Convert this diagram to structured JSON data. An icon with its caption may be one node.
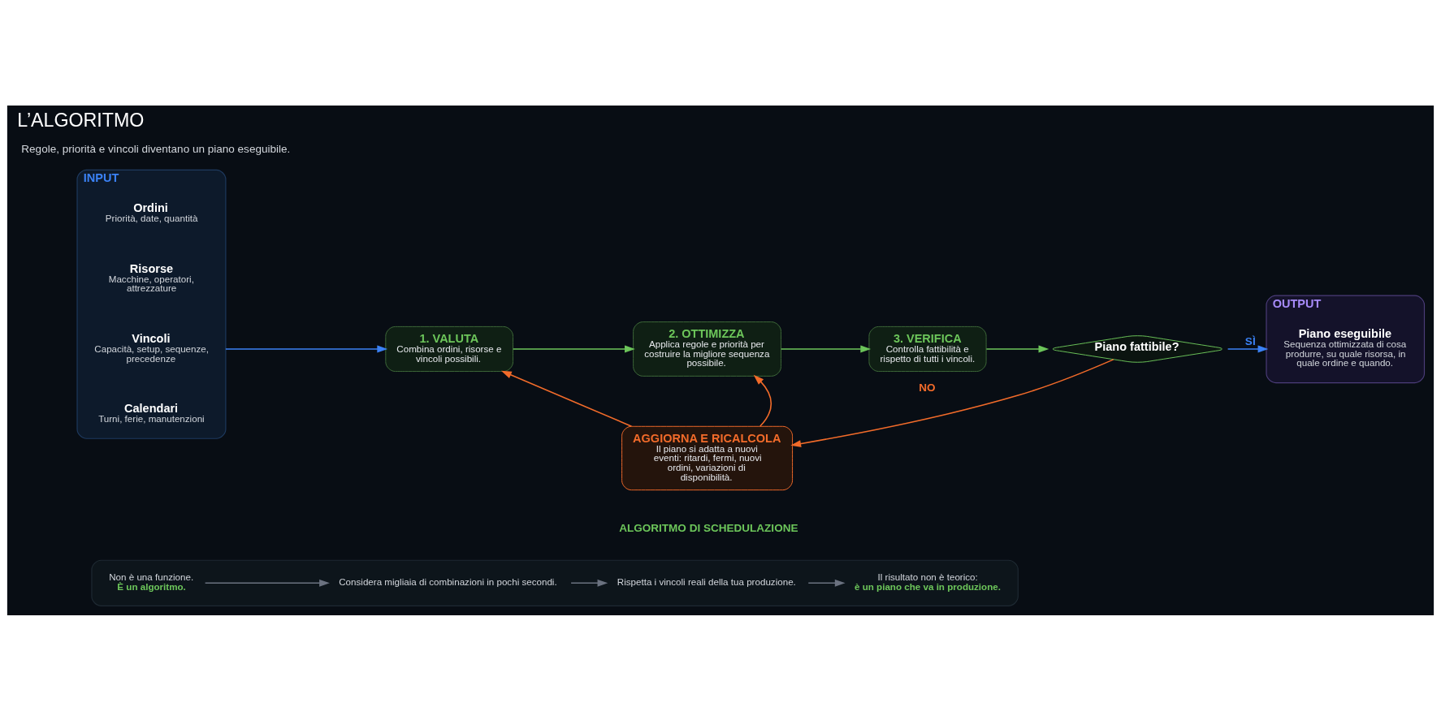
{
  "diagram": {
    "title": "L’ALGORITMO",
    "nodes": [
      {
        "text": [
          "INPUT"
        ]
      },
      {
        "text": [
          "Ordini",
          "Priorità, date, quantità"
        ],
        "in": 0
      },
      {
        "text": [
          "Risorse",
          "Macchine, operatori, attrezzature"
        ],
        "in": 0
      },
      {
        "text": [
          "Vincoli",
          "Capacità, setup, sequenze, precedenze"
        ],
        "in": 0
      },
      {
        "text": [
          "Calendari",
          "Turni, ferie, manutenzioni"
        ],
        "in": 0
      },
      {
        "text": [
          "1. VALUTA",
          "Combina ordini, risorse e vincoli possibili."
        ]
      },
      {
        "text": [
          "2. OTTIMIZZA",
          "Applica regole e priorità per costruire la migliore sequenza possibile."
        ]
      },
      {
        "text": [
          "3. VERIFICA",
          "Controlla fattibilità e rispetto di tutti i vincoli."
        ]
      },
      {
        "text": [
          "Piano fattibile?"
        ]
      },
      {
        "text": [
          "OUTPUT"
        ]
      },
      {
        "text": [
          "Piano eseguibile",
          "Sequenza ottimizzata di cosa produrre, su quale risorsa, in quale ordine e quando."
        ],
        "in": 9
      },
      {
        "text": [
          "AGGIORNA E RICALCOLA",
          "Il piano si adatta a nuovi eventi: ritardi, fermi, nuovi ordini, variazioni di disponibilità."
        ]
      },
      {
        "text": [],
        "shape": "box"
      },
      {
        "text": [
          "Non è una funzione.",
          "È un algoritmo."
        ],
        "in": 12
      },
      {
        "text": [
          "Considera migliaia di combinazioni in pochi secondi."
        ],
        "in": 12
      },
      {
        "text": [
          "Rispetta i vincoli reali della tua produzione."
        ],
        "in": 12
      },
      {
        "text": [
          "Il risultato non è teorico:",
          "è un piano che va in produzione."
        ],
        "in": 12
      }
    ],
    "edges": [
      {
        "from": 0,
        "to": 5,
        "arrow": "to",
        "color": "#3b82f6"
      },
      {
        "from": 5,
        "to": 6,
        "arrow": "to",
        "color": "#6cc55a"
      },
      {
        "from": 6,
        "to": 7,
        "arrow": "to",
        "color": "#6cc55a"
      },
      {
        "from": 7,
        "to": 8,
        "arrow": "to",
        "color": "#6cc55a"
      },
      {
        "from": 8,
        "to": 9,
        "arrow": "to",
        "label": "SÌ",
        "color": "#3b82f6"
      },
      {
        "from": 8,
        "to": 11,
        "arrow": "to",
        "label": "NO",
        "color": "#f26b2a"
      },
      {
        "from": 11,
        "to": 5,
        "arrow": "to",
        "color": "#f26b2a"
      },
      {
        "from": 11,
        "to": 6,
        "arrow": "to",
        "color": "#f26b2a"
      },
      {
        "from": 13,
        "to": 14,
        "arrow": "to",
        "color": "#6b7280"
      },
      {
        "from": 14,
        "to": 15,
        "arrow": "to",
        "color": "#6b7280"
      },
      {
        "from": 15,
        "to": 16,
        "arrow": "to",
        "color": "#6b7280"
      }
    ],
    "labels": [
      "Regole, priorità e vincoli diventano un piano eseguibile.",
      "ALGORITMO DI SCHEDULAZIONE"
    ]
  }
}
